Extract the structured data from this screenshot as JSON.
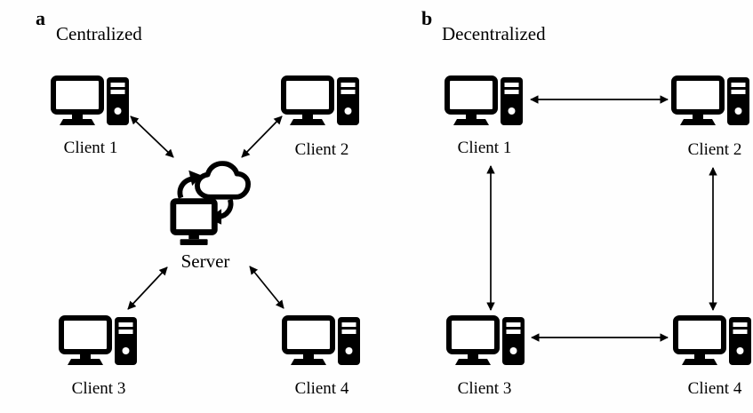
{
  "figure": {
    "colors": {
      "foreground": "#000000",
      "background": "#ffffff"
    },
    "panel_a": {
      "label": "a",
      "title": "Centralized",
      "nodes": {
        "client1": "Client 1",
        "client2": "Client 2",
        "client3": "Client 3",
        "client4": "Client 4",
        "server": "Server"
      },
      "connections": [
        {
          "from": "Client 1",
          "to": "Server",
          "direction": "bidirectional"
        },
        {
          "from": "Client 2",
          "to": "Server",
          "direction": "bidirectional"
        },
        {
          "from": "Client 3",
          "to": "Server",
          "direction": "bidirectional"
        },
        {
          "from": "Client 4",
          "to": "Server",
          "direction": "bidirectional"
        }
      ]
    },
    "panel_b": {
      "label": "b",
      "title": "Decentralized",
      "nodes": {
        "client1": "Client 1",
        "client2": "Client 2",
        "client3": "Client 3",
        "client4": "Client 4"
      },
      "connections": [
        {
          "from": "Client 1",
          "to": "Client 2",
          "direction": "bidirectional"
        },
        {
          "from": "Client 1",
          "to": "Client 3",
          "direction": "bidirectional"
        },
        {
          "from": "Client 2",
          "to": "Client 4",
          "direction": "bidirectional"
        },
        {
          "from": "Client 3",
          "to": "Client 4",
          "direction": "bidirectional"
        }
      ]
    },
    "icons": {
      "client": "desktop-computer-icon",
      "server": "cloud-sync-monitor-icon"
    }
  }
}
